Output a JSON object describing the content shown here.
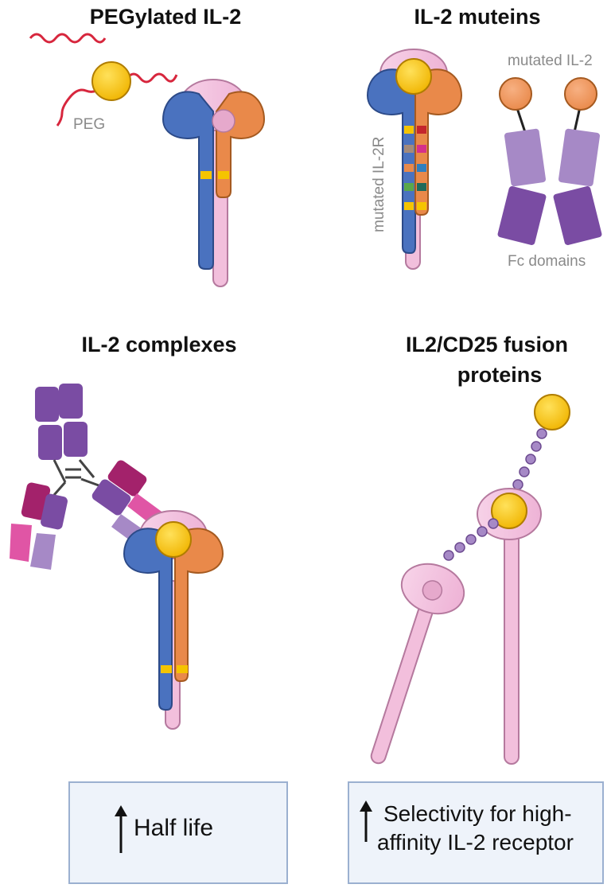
{
  "panels": {
    "pegylated": {
      "title": "PEGylated IL-2",
      "label_peg": "PEG"
    },
    "muteins": {
      "title": "IL-2 muteins",
      "label_mutated_il2": "mutated IL-2",
      "label_mutated_il2r": "mutated IL-2R",
      "label_fc": "Fc domains"
    },
    "complexes": {
      "title": "IL-2 complexes"
    },
    "fusion": {
      "title_line1": "IL2/CD25 fusion",
      "title_line2": "proteins"
    }
  },
  "outcomes": {
    "half_life": "Half life",
    "selectivity_line1": "Selectivity for high-",
    "selectivity_line2": "affinity IL-2 receptor"
  },
  "colors": {
    "il2": "#f5c400",
    "beta_chain": "#4a72bf",
    "gamma_chain": "#e9894a",
    "alpha_chain": "#f2bfdc",
    "peg": "#d7263d",
    "box_border": "#9bb0d0",
    "box_fill": "#eef3fa"
  }
}
